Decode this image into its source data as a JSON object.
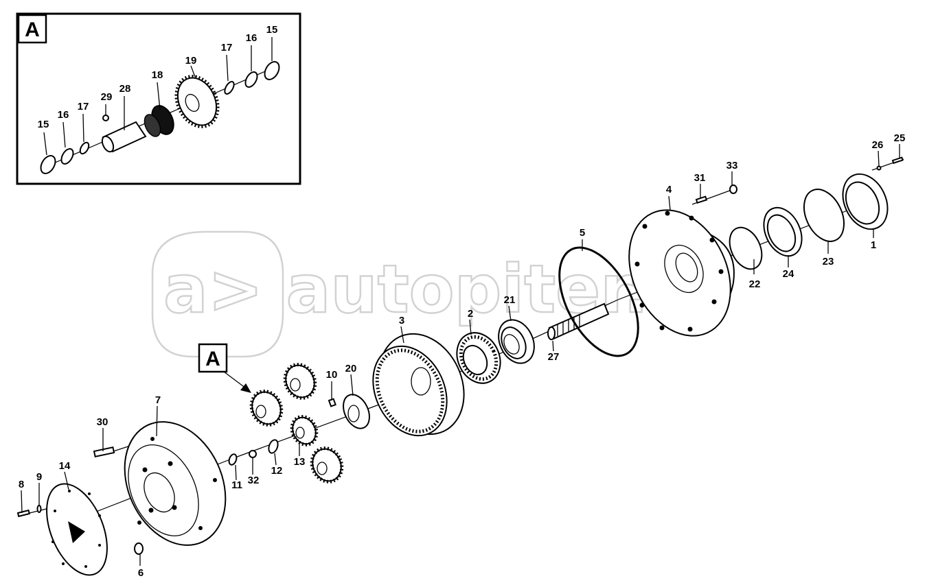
{
  "watermark": "a> autopiter.ru",
  "inset": {
    "title": "A",
    "labels": [
      "15",
      "16",
      "17",
      "29",
      "28",
      "18",
      "19",
      "17",
      "16",
      "15"
    ]
  },
  "callout": "A",
  "labels": [
    "1",
    "2",
    "3",
    "4",
    "5",
    "6",
    "7",
    "8",
    "9",
    "10",
    "11",
    "12",
    "13",
    "14",
    "20",
    "21",
    "22",
    "23",
    "24",
    "25",
    "26",
    "27",
    "30",
    "31",
    "32",
    "33"
  ]
}
